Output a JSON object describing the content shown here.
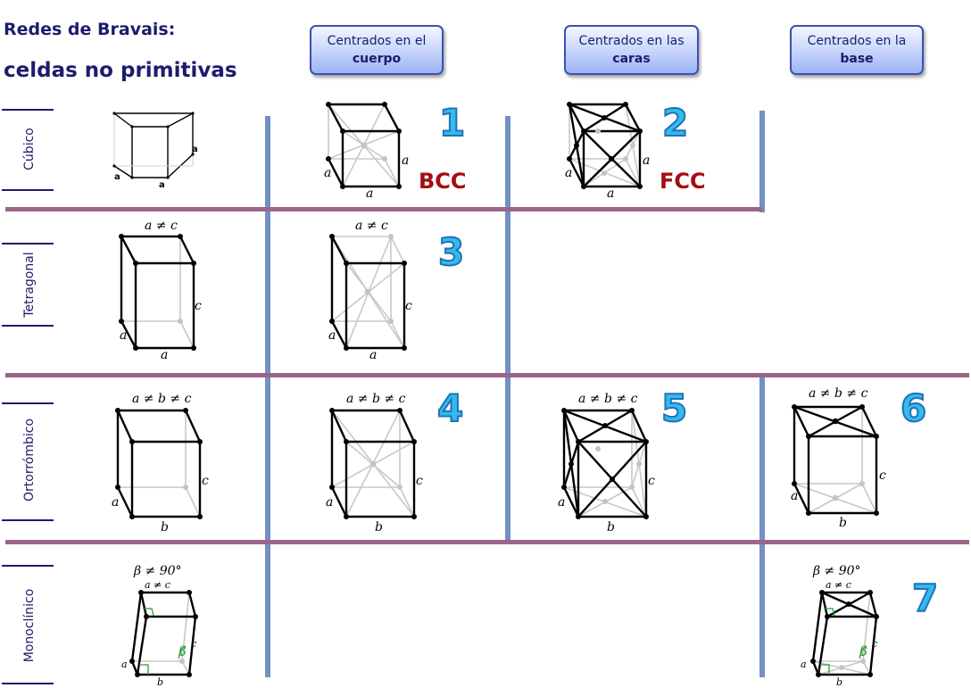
{
  "title": {
    "line1": "Redes de Bravais:",
    "line2": "celdas no primitivas"
  },
  "headers": {
    "body": {
      "line1": "Centrados en el",
      "line2": "cuerpo"
    },
    "face": {
      "line1": "Centrados en las",
      "line2": "caras"
    },
    "base": {
      "line1": "Centrados en la",
      "line2": "base"
    }
  },
  "rows": [
    "Cúbico",
    "Tetragonal",
    "Ortorrómbico",
    "Monoclínico"
  ],
  "numbers": [
    "1",
    "2",
    "3",
    "4",
    "5",
    "6",
    "7"
  ],
  "labels": {
    "bcc": "BCC",
    "fcc": "FCC"
  },
  "edge_labels": {
    "a": "a",
    "b": "b",
    "c": "c",
    "a_ne_c": "a ≠ c",
    "a_ne_b_ne_c": "a ≠ b ≠ c",
    "beta_ne_90": "β ≠ 90°",
    "beta": "β"
  },
  "colors": {
    "title": "#1c1c6e",
    "divider_vertical": "#7390c2",
    "divider_horizontal": "#9a6687",
    "number_fill": "#35b9ef",
    "number_stroke": "#1f73b5",
    "label_red": "#a50d12",
    "header_border": "#3c50b4",
    "beta_green": "#2e9c35"
  }
}
